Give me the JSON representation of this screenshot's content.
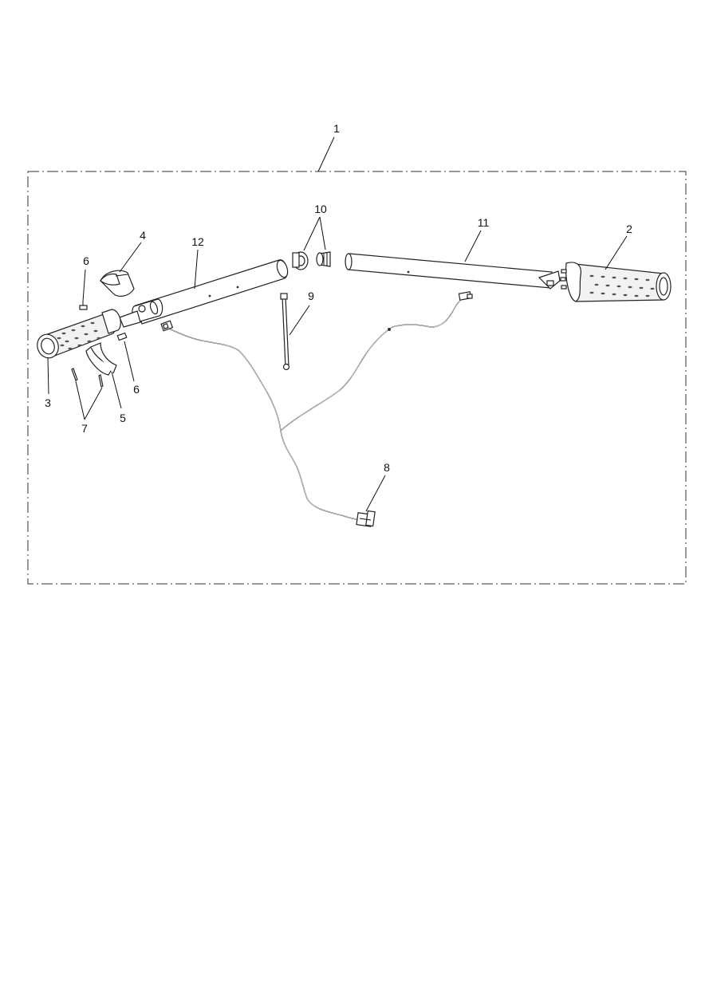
{
  "diagram": {
    "callouts": [
      {
        "id": "c1",
        "label": "1"
      },
      {
        "id": "c2",
        "label": "2"
      },
      {
        "id": "c3",
        "label": "3"
      },
      {
        "id": "c4",
        "label": "4"
      },
      {
        "id": "c5",
        "label": "5"
      },
      {
        "id": "c6a",
        "label": "6"
      },
      {
        "id": "c6b",
        "label": "6"
      },
      {
        "id": "c7",
        "label": "7"
      },
      {
        "id": "c8",
        "label": "8"
      },
      {
        "id": "c9",
        "label": "9"
      },
      {
        "id": "c10",
        "label": "10"
      },
      {
        "id": "c11",
        "label": "11"
      },
      {
        "id": "c12",
        "label": "12"
      }
    ]
  }
}
